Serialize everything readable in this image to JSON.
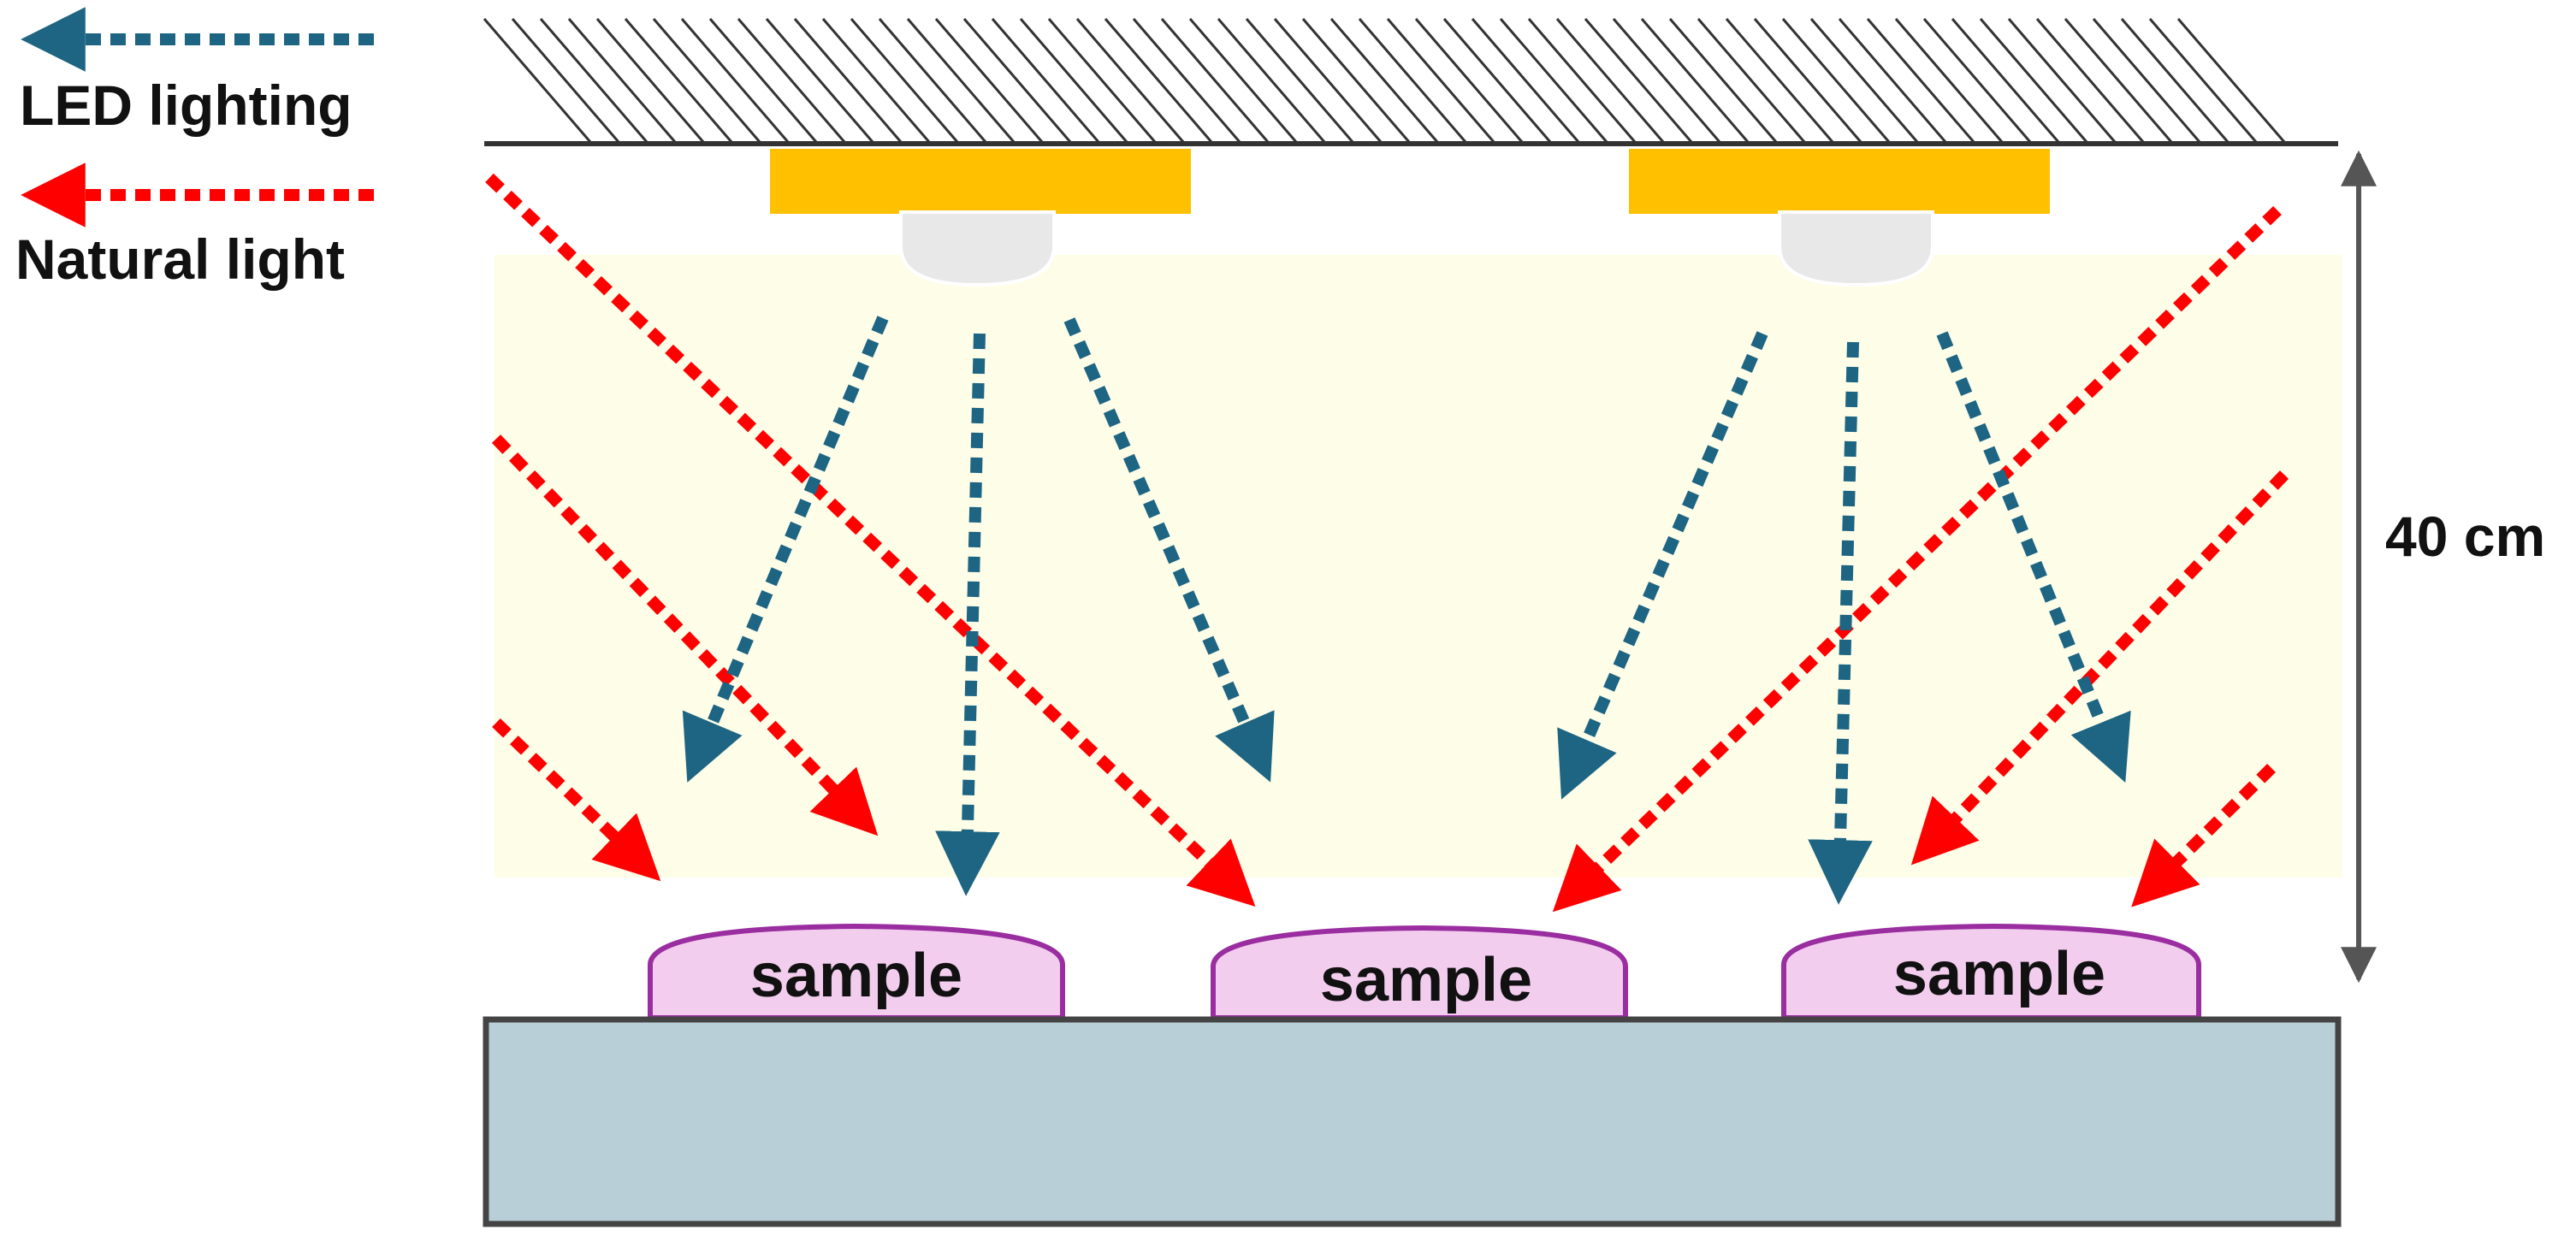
{
  "legend": {
    "led_label": "LED lighting",
    "natural_label": "Natural light"
  },
  "samples": [
    "sample",
    "sample",
    "sample"
  ],
  "dimension": {
    "label": "40 cm"
  },
  "colors": {
    "led_arrow": "#1d6583",
    "natural_arrow": "#ff0000",
    "led_fixture": "#ffc000",
    "led_bulb": "#e8e8e8",
    "light_zone": "#fdfde8",
    "sample_fill": "#f2cdee",
    "sample_stroke": "#9a2da0",
    "table_fill": "#b9cfd8",
    "table_stroke": "#444444",
    "ceiling_line": "#333333"
  }
}
